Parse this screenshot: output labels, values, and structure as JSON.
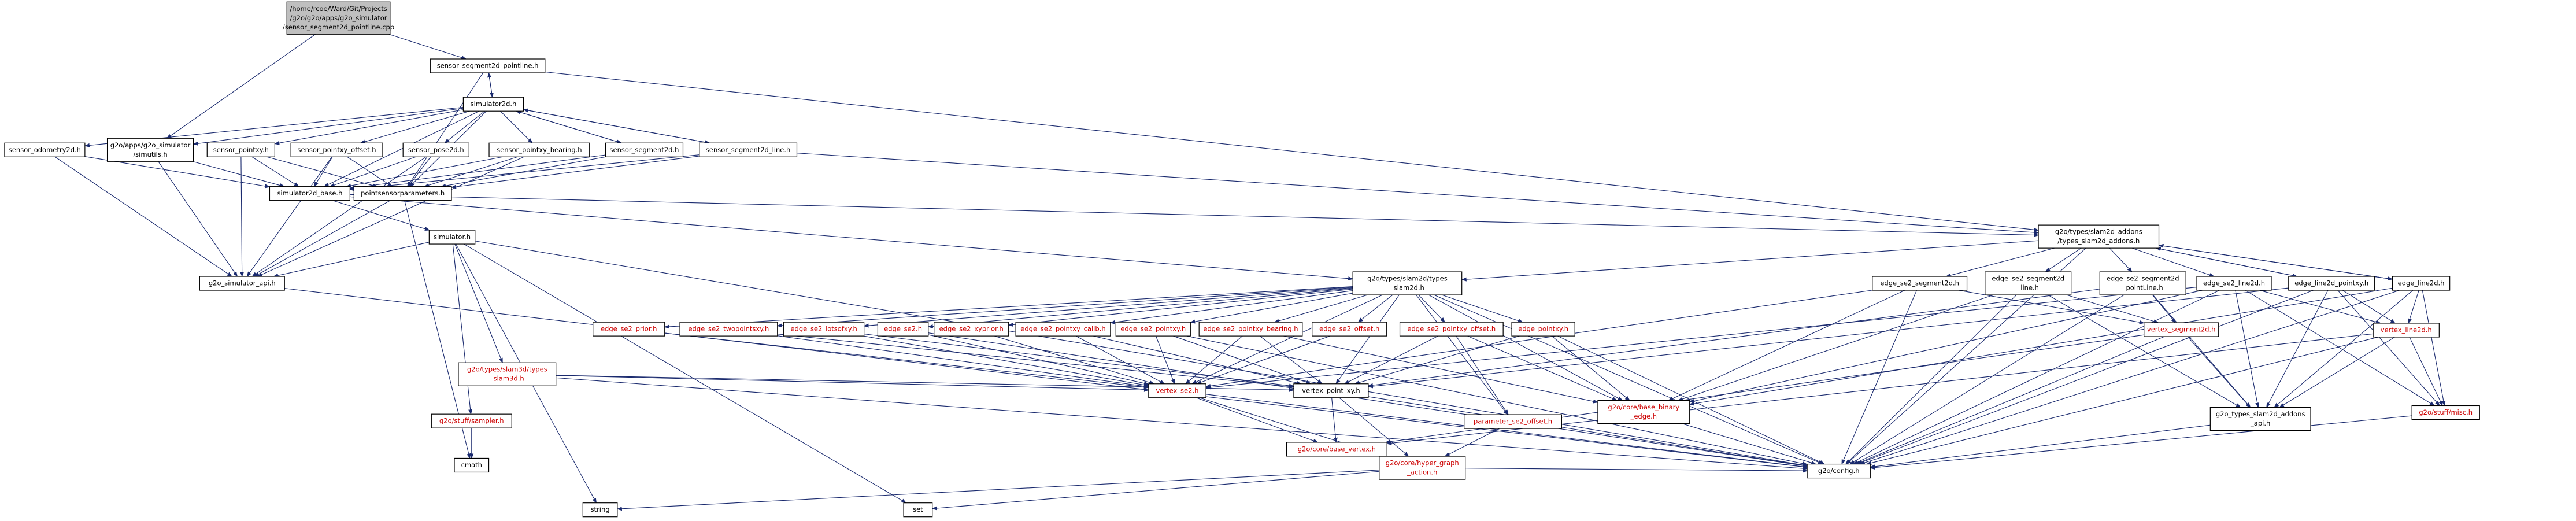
{
  "colors": {
    "edge": "#1a2a6e",
    "root_fill": "#bfbfbf",
    "node_fill": "#ffffff",
    "node_text": "#000000",
    "missing_text": "#cc0000",
    "missing_border": "#cc0000"
  },
  "nodes": [
    {
      "id": "root",
      "lines": [
        "/home/rcoe/Ward/Git/Projects",
        "/g2o/g2o/apps/g2o_simulator",
        "/sensor_segment2d_pointline.cpp"
      ],
      "style": "root"
    },
    {
      "id": "sensor_segment2d_pointline_h",
      "lines": [
        "sensor_segment2d_pointline.h"
      ],
      "style": "normal"
    },
    {
      "id": "simulator2d_h",
      "lines": [
        "simulator2d.h"
      ],
      "style": "normal"
    },
    {
      "id": "sensor_odometry2d_h",
      "lines": [
        "sensor_odometry2d.h"
      ],
      "style": "normal"
    },
    {
      "id": "g2o_simulator_simutils_h",
      "lines": [
        "g2o/apps/g2o_simulator",
        "/simutils.h"
      ],
      "style": "normal"
    },
    {
      "id": "sensor_pointxy_h",
      "lines": [
        "sensor_pointxy.h"
      ],
      "style": "normal"
    },
    {
      "id": "sensor_pointxy_offset_h",
      "lines": [
        "sensor_pointxy_offset.h"
      ],
      "style": "normal"
    },
    {
      "id": "sensor_pose2d_h",
      "lines": [
        "sensor_pose2d.h"
      ],
      "style": "normal"
    },
    {
      "id": "sensor_pointxy_bearing_h",
      "lines": [
        "sensor_pointxy_bearing.h"
      ],
      "style": "normal"
    },
    {
      "id": "sensor_segment2d_h",
      "lines": [
        "sensor_segment2d.h"
      ],
      "style": "normal"
    },
    {
      "id": "sensor_segment2d_line_h",
      "lines": [
        "sensor_segment2d_line.h"
      ],
      "style": "normal"
    },
    {
      "id": "simulator2d_base_h",
      "lines": [
        "simulator2d_base.h"
      ],
      "style": "normal"
    },
    {
      "id": "pointsensorparameters_h",
      "lines": [
        "pointsensorparameters.h"
      ],
      "style": "normal"
    },
    {
      "id": "simulator_h",
      "lines": [
        "simulator.h"
      ],
      "style": "normal"
    },
    {
      "id": "g2o_simulator_api_h",
      "lines": [
        "g2o_simulator_api.h"
      ],
      "style": "normal"
    },
    {
      "id": "types_slam2d_addons_h",
      "lines": [
        "g2o/types/slam2d_addons",
        "/types_slam2d_addons.h"
      ],
      "style": "normal"
    },
    {
      "id": "types_slam2d_h",
      "lines": [
        "g2o/types/slam2d/types",
        "_slam2d.h"
      ],
      "style": "normal"
    },
    {
      "id": "types_slam3d_h",
      "lines": [
        "g2o/types/slam3d/types",
        "_slam3d.h"
      ],
      "style": "missing"
    },
    {
      "id": "sampler_h",
      "lines": [
        "g2o/stuff/sampler.h"
      ],
      "style": "missing"
    },
    {
      "id": "cmath",
      "lines": [
        "cmath"
      ],
      "style": "plain"
    },
    {
      "id": "string",
      "lines": [
        "string"
      ],
      "style": "plain"
    },
    {
      "id": "set",
      "lines": [
        "set"
      ],
      "style": "plain"
    },
    {
      "id": "edge_se2_prior_h",
      "lines": [
        "edge_se2_prior.h"
      ],
      "style": "missing"
    },
    {
      "id": "edge_se2_twopointsxy_h",
      "lines": [
        "edge_se2_twopointsxy.h"
      ],
      "style": "missing"
    },
    {
      "id": "edge_se2_lotsofxy_h",
      "lines": [
        "edge_se2_lotsofxy.h"
      ],
      "style": "missing"
    },
    {
      "id": "edge_se2_h",
      "lines": [
        "edge_se2.h"
      ],
      "style": "missing"
    },
    {
      "id": "edge_se2_xyprior_h",
      "lines": [
        "edge_se2_xyprior.h"
      ],
      "style": "missing"
    },
    {
      "id": "edge_se2_pointxy_calib_h",
      "lines": [
        "edge_se2_pointxy_calib.h"
      ],
      "style": "missing"
    },
    {
      "id": "edge_se2_pointxy_h",
      "lines": [
        "edge_se2_pointxy.h"
      ],
      "style": "missing"
    },
    {
      "id": "edge_se2_pointxy_bearing_h",
      "lines": [
        "edge_se2_pointxy_bearing.h"
      ],
      "style": "missing"
    },
    {
      "id": "edge_se2_offset_h",
      "lines": [
        "edge_se2_offset.h"
      ],
      "style": "missing"
    },
    {
      "id": "edge_se2_pointxy_offset_h",
      "lines": [
        "edge_se2_pointxy_offset.h"
      ],
      "style": "missing"
    },
    {
      "id": "edge_pointxy_h",
      "lines": [
        "edge_pointxy.h"
      ],
      "style": "missing"
    },
    {
      "id": "vertex_se2_h",
      "lines": [
        "vertex_se2.h"
      ],
      "style": "missing"
    },
    {
      "id": "vertex_point_xy_h",
      "lines": [
        "vertex_point_xy.h"
      ],
      "style": "normal"
    },
    {
      "id": "parameter_se2_offset_h",
      "lines": [
        "parameter_se2_offset.h"
      ],
      "style": "missing"
    },
    {
      "id": "base_binary_edge_h",
      "lines": [
        "g2o/core/base_binary",
        "_edge.h"
      ],
      "style": "missing"
    },
    {
      "id": "base_vertex_h",
      "lines": [
        "g2o/core/base_vertex.h"
      ],
      "style": "missing"
    },
    {
      "id": "hyper_graph_action_h",
      "lines": [
        "g2o/core/hyper_graph",
        "_action.h"
      ],
      "style": "missing"
    },
    {
      "id": "g2o_config_h",
      "lines": [
        "g2o/config.h"
      ],
      "style": "normal"
    },
    {
      "id": "edge_se2_segment2d_h",
      "lines": [
        "edge_se2_segment2d.h"
      ],
      "style": "normal"
    },
    {
      "id": "edge_se2_segment2d_line_h",
      "lines": [
        "edge_se2_segment2d",
        "_line.h"
      ],
      "style": "normal"
    },
    {
      "id": "edge_se2_segment2d_pointline_h",
      "lines": [
        "edge_se2_segment2d",
        "_pointLine.h"
      ],
      "style": "normal"
    },
    {
      "id": "edge_se2_line2d_h",
      "lines": [
        "edge_se2_line2d.h"
      ],
      "style": "normal"
    },
    {
      "id": "edge_line2d_pointxy_h",
      "lines": [
        "edge_line2d_pointxy.h"
      ],
      "style": "normal"
    },
    {
      "id": "edge_line2d_h",
      "lines": [
        "edge_line2d.h"
      ],
      "style": "normal"
    },
    {
      "id": "vertex_segment2d_h",
      "lines": [
        "vertex_segment2d.h"
      ],
      "style": "missing"
    },
    {
      "id": "vertex_line2d_h",
      "lines": [
        "vertex_line2d.h"
      ],
      "style": "missing"
    },
    {
      "id": "g2o_types_slam2d_addons_api_h",
      "lines": [
        "g2o_types_slam2d_addons",
        "_api.h"
      ],
      "style": "normal"
    },
    {
      "id": "misc_h",
      "lines": [
        "g2o/stuff/misc.h"
      ],
      "style": "missing"
    }
  ],
  "edges": [
    [
      "root",
      "sensor_segment2d_pointline_h"
    ],
    [
      "root",
      "g2o_simulator_simutils_h"
    ],
    [
      "sensor_segment2d_pointline_h",
      "simulator2d_h"
    ],
    [
      "sensor_segment2d_pointline_h",
      "pointsensorparameters_h"
    ],
    [
      "sensor_segment2d_pointline_h",
      "types_slam2d_addons_h"
    ],
    [
      "simulator2d_h",
      "sensor_segment2d_pointline_h"
    ],
    [
      "simulator2d_h",
      "sensor_odometry2d_h"
    ],
    [
      "simulator2d_h",
      "g2o_simulator_simutils_h"
    ],
    [
      "simulator2d_h",
      "sensor_pointxy_h"
    ],
    [
      "simulator2d_h",
      "sensor_pointxy_offset_h"
    ],
    [
      "simulator2d_h",
      "sensor_pose2d_h"
    ],
    [
      "simulator2d_h",
      "sensor_pointxy_bearing_h"
    ],
    [
      "simulator2d_h",
      "sensor_segment2d_h"
    ],
    [
      "simulator2d_h",
      "sensor_segment2d_line_h"
    ],
    [
      "simulator2d_h",
      "simulator2d_base_h"
    ],
    [
      "simulator2d_h",
      "pointsensorparameters_h"
    ],
    [
      "sensor_segment2d_h",
      "simulator2d_h"
    ],
    [
      "sensor_segment2d_line_h",
      "simulator2d_h"
    ],
    [
      "sensor_odometry2d_h",
      "simulator2d_base_h"
    ],
    [
      "sensor_odometry2d_h",
      "g2o_simulator_api_h"
    ],
    [
      "g2o_simulator_simutils_h",
      "simulator2d_base_h"
    ],
    [
      "g2o_simulator_simutils_h",
      "g2o_simulator_api_h"
    ],
    [
      "sensor_pointxy_h",
      "simulator2d_base_h"
    ],
    [
      "sensor_pointxy_h",
      "pointsensorparameters_h"
    ],
    [
      "sensor_pointxy_h",
      "g2o_simulator_api_h"
    ],
    [
      "sensor_pointxy_offset_h",
      "simulator2d_base_h"
    ],
    [
      "sensor_pointxy_offset_h",
      "pointsensorparameters_h"
    ],
    [
      "sensor_pointxy_offset_h",
      "g2o_simulator_api_h"
    ],
    [
      "sensor_pose2d_h",
      "simulator2d_base_h"
    ],
    [
      "sensor_pose2d_h",
      "pointsensorparameters_h"
    ],
    [
      "sensor_pose2d_h",
      "g2o_simulator_api_h"
    ],
    [
      "sensor_pointxy_bearing_h",
      "simulator2d_base_h"
    ],
    [
      "sensor_pointxy_bearing_h",
      "pointsensorparameters_h"
    ],
    [
      "sensor_pointxy_bearing_h",
      "g2o_simulator_api_h"
    ],
    [
      "sensor_segment2d_h",
      "simulator2d_base_h"
    ],
    [
      "sensor_segment2d_h",
      "pointsensorparameters_h"
    ],
    [
      "sensor_segment2d_line_h",
      "simulator2d_base_h"
    ],
    [
      "sensor_segment2d_line_h",
      "pointsensorparameters_h"
    ],
    [
      "sensor_segment2d_line_h",
      "types_slam2d_addons_h"
    ],
    [
      "simulator2d_base_h",
      "simulator_h"
    ],
    [
      "simulator2d_base_h",
      "types_slam2d_h"
    ],
    [
      "simulator2d_base_h",
      "types_slam2d_addons_h"
    ],
    [
      "pointsensorparameters_h",
      "g2o_simulator_api_h"
    ],
    [
      "pointsensorparameters_h",
      "cmath"
    ],
    [
      "simulator_h",
      "g2o_simulator_api_h"
    ],
    [
      "simulator_h",
      "types_slam3d_h"
    ],
    [
      "simulator_h",
      "sampler_h"
    ],
    [
      "simulator_h",
      "string"
    ],
    [
      "simulator_h",
      "set"
    ],
    [
      "simulator_h",
      "g2o_config_h"
    ],
    [
      "g2o_simulator_api_h",
      "g2o_config_h"
    ],
    [
      "types_slam3d_h",
      "g2o_config_h"
    ],
    [
      "types_slam3d_h",
      "vertex_se2_h"
    ],
    [
      "types_slam3d_h",
      "vertex_point_xy_h"
    ],
    [
      "sampler_h",
      "cmath"
    ],
    [
      "types_slam2d_addons_h",
      "types_slam2d_h"
    ],
    [
      "types_slam2d_addons_h",
      "edge_se2_segment2d_h"
    ],
    [
      "types_slam2d_addons_h",
      "edge_se2_segment2d_line_h"
    ],
    [
      "types_slam2d_addons_h",
      "edge_se2_segment2d_pointline_h"
    ],
    [
      "types_slam2d_addons_h",
      "edge_se2_line2d_h"
    ],
    [
      "types_slam2d_addons_h",
      "edge_line2d_pointxy_h"
    ],
    [
      "types_slam2d_addons_h",
      "edge_line2d_h"
    ],
    [
      "types_slam2d_addons_h",
      "g2o_config_h"
    ],
    [
      "edge_line2d_pointxy_h",
      "types_slam2d_addons_h"
    ],
    [
      "edge_line2d_h",
      "types_slam2d_addons_h"
    ],
    [
      "types_slam2d_h",
      "edge_se2_prior_h"
    ],
    [
      "types_slam2d_h",
      "edge_se2_twopointsxy_h"
    ],
    [
      "types_slam2d_h",
      "edge_se2_lotsofxy_h"
    ],
    [
      "types_slam2d_h",
      "edge_se2_h"
    ],
    [
      "types_slam2d_h",
      "edge_se2_xyprior_h"
    ],
    [
      "types_slam2d_h",
      "edge_se2_pointxy_calib_h"
    ],
    [
      "types_slam2d_h",
      "edge_se2_pointxy_h"
    ],
    [
      "types_slam2d_h",
      "edge_se2_pointxy_bearing_h"
    ],
    [
      "types_slam2d_h",
      "edge_se2_offset_h"
    ],
    [
      "types_slam2d_h",
      "edge_se2_pointxy_offset_h"
    ],
    [
      "types_slam2d_h",
      "edge_pointxy_h"
    ],
    [
      "types_slam2d_h",
      "vertex_se2_h"
    ],
    [
      "types_slam2d_h",
      "vertex_point_xy_h"
    ],
    [
      "types_slam2d_h",
      "parameter_se2_offset_h"
    ],
    [
      "types_slam2d_h",
      "base_binary_edge_h"
    ],
    [
      "types_slam2d_h",
      "g2o_config_h"
    ],
    [
      "edge_se2_prior_h",
      "vertex_se2_h"
    ],
    [
      "edge_se2_twopointsxy_h",
      "vertex_se2_h"
    ],
    [
      "edge_se2_twopointsxy_h",
      "vertex_point_xy_h"
    ],
    [
      "edge_se2_lotsofxy_h",
      "vertex_se2_h"
    ],
    [
      "edge_se2_lotsofxy_h",
      "vertex_point_xy_h"
    ],
    [
      "edge_se2_h",
      "vertex_se2_h"
    ],
    [
      "edge_se2_h",
      "g2o_config_h"
    ],
    [
      "edge_se2_xyprior_h",
      "vertex_se2_h"
    ],
    [
      "edge_se2_pointxy_calib_h",
      "vertex_se2_h"
    ],
    [
      "edge_se2_pointxy_calib_h",
      "vertex_point_xy_h"
    ],
    [
      "edge_se2_pointxy_h",
      "vertex_se2_h"
    ],
    [
      "edge_se2_pointxy_h",
      "vertex_point_xy_h"
    ],
    [
      "edge_se2_pointxy_h",
      "g2o_config_h"
    ],
    [
      "edge_se2_pointxy_bearing_h",
      "vertex_se2_h"
    ],
    [
      "edge_se2_pointxy_bearing_h",
      "vertex_point_xy_h"
    ],
    [
      "edge_se2_pointxy_bearing_h",
      "base_binary_edge_h"
    ],
    [
      "edge_se2_offset_h",
      "vertex_se2_h"
    ],
    [
      "edge_se2_pointxy_offset_h",
      "vertex_point_xy_h"
    ],
    [
      "edge_se2_pointxy_offset_h",
      "parameter_se2_offset_h"
    ],
    [
      "edge_se2_pointxy_offset_h",
      "base_binary_edge_h"
    ],
    [
      "edge_pointxy_h",
      "vertex_point_xy_h"
    ],
    [
      "edge_pointxy_h",
      "base_binary_edge_h"
    ],
    [
      "edge_pointxy_h",
      "g2o_config_h"
    ],
    [
      "vertex_se2_h",
      "base_vertex_h"
    ],
    [
      "vertex_se2_h",
      "hyper_graph_action_h"
    ],
    [
      "vertex_se2_h",
      "g2o_config_h"
    ],
    [
      "vertex_point_xy_h",
      "base_vertex_h"
    ],
    [
      "vertex_point_xy_h",
      "hyper_graph_action_h"
    ],
    [
      "vertex_point_xy_h",
      "g2o_config_h"
    ],
    [
      "parameter_se2_offset_h",
      "hyper_graph_action_h"
    ],
    [
      "base_binary_edge_h",
      "g2o_config_h"
    ],
    [
      "hyper_graph_action_h",
      "string"
    ],
    [
      "hyper_graph_action_h",
      "set"
    ],
    [
      "hyper_graph_action_h",
      "g2o_config_h"
    ],
    [
      "edge_se2_segment2d_h",
      "vertex_se2_h"
    ],
    [
      "edge_se2_segment2d_h",
      "vertex_segment2d_h"
    ],
    [
      "edge_se2_segment2d_h",
      "base_binary_edge_h"
    ],
    [
      "edge_se2_segment2d_h",
      "g2o_config_h"
    ],
    [
      "edge_se2_segment2d_line_h",
      "vertex_segment2d_h"
    ],
    [
      "edge_se2_segment2d_line_h",
      "base_binary_edge_h"
    ],
    [
      "edge_se2_segment2d_line_h",
      "g2o_types_slam2d_addons_api_h"
    ],
    [
      "edge_se2_segment2d_line_h",
      "g2o_config_h"
    ],
    [
      "edge_se2_segment2d_pointline_h",
      "vertex_segment2d_h"
    ],
    [
      "edge_se2_segment2d_pointline_h",
      "vertex_point_xy_h"
    ],
    [
      "edge_se2_segment2d_pointline_h",
      "g2o_types_slam2d_addons_api_h"
    ],
    [
      "edge_se2_segment2d_pointline_h",
      "g2o_config_h"
    ],
    [
      "edge_se2_line2d_h",
      "vertex_line2d_h"
    ],
    [
      "edge_se2_line2d_h",
      "vertex_se2_h"
    ],
    [
      "edge_se2_line2d_h",
      "base_binary_edge_h"
    ],
    [
      "edge_se2_line2d_h",
      "g2o_types_slam2d_addons_api_h"
    ],
    [
      "edge_se2_line2d_h",
      "misc_h"
    ],
    [
      "edge_se2_line2d_h",
      "g2o_config_h"
    ],
    [
      "edge_line2d_pointxy_h",
      "vertex_line2d_h"
    ],
    [
      "edge_line2d_pointxy_h",
      "vertex_point_xy_h"
    ],
    [
      "edge_line2d_pointxy_h",
      "g2o_types_slam2d_addons_api_h"
    ],
    [
      "edge_line2d_pointxy_h",
      "misc_h"
    ],
    [
      "edge_line2d_pointxy_h",
      "g2o_config_h"
    ],
    [
      "edge_line2d_h",
      "vertex_line2d_h"
    ],
    [
      "edge_line2d_h",
      "base_binary_edge_h"
    ],
    [
      "edge_line2d_h",
      "g2o_types_slam2d_addons_api_h"
    ],
    [
      "edge_line2d_h",
      "misc_h"
    ],
    [
      "edge_line2d_h",
      "g2o_config_h"
    ],
    [
      "vertex_segment2d_h",
      "base_vertex_h"
    ],
    [
      "vertex_segment2d_h",
      "g2o_types_slam2d_addons_api_h"
    ],
    [
      "vertex_segment2d_h",
      "g2o_config_h"
    ],
    [
      "vertex_line2d_h",
      "base_vertex_h"
    ],
    [
      "vertex_line2d_h",
      "g2o_types_slam2d_addons_api_h"
    ],
    [
      "vertex_line2d_h",
      "misc_h"
    ],
    [
      "vertex_line2d_h",
      "g2o_config_h"
    ],
    [
      "g2o_types_slam2d_addons_api_h",
      "g2o_config_h"
    ],
    [
      "misc_h",
      "g2o_config_h"
    ]
  ]
}
